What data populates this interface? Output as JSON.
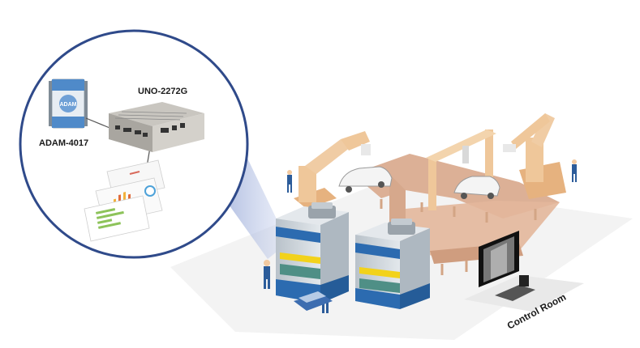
{
  "callout": {
    "gateway_label": "UNO-2272G",
    "module_label": "ADAM-4017",
    "module_face_text": "ADAM"
  },
  "factory": {
    "control_room_label": "Control Room"
  },
  "colors": {
    "callout_ring": "#2f4a8a",
    "callout_beam": "#8c9fd1",
    "robot_arm": "#efc79a",
    "conveyor": "#d9a98a",
    "press_top": "#cfd6dc",
    "press_band": "#2c6bb0",
    "hazard_yellow": "#f2d21b",
    "floor": "#f2f2f2"
  }
}
